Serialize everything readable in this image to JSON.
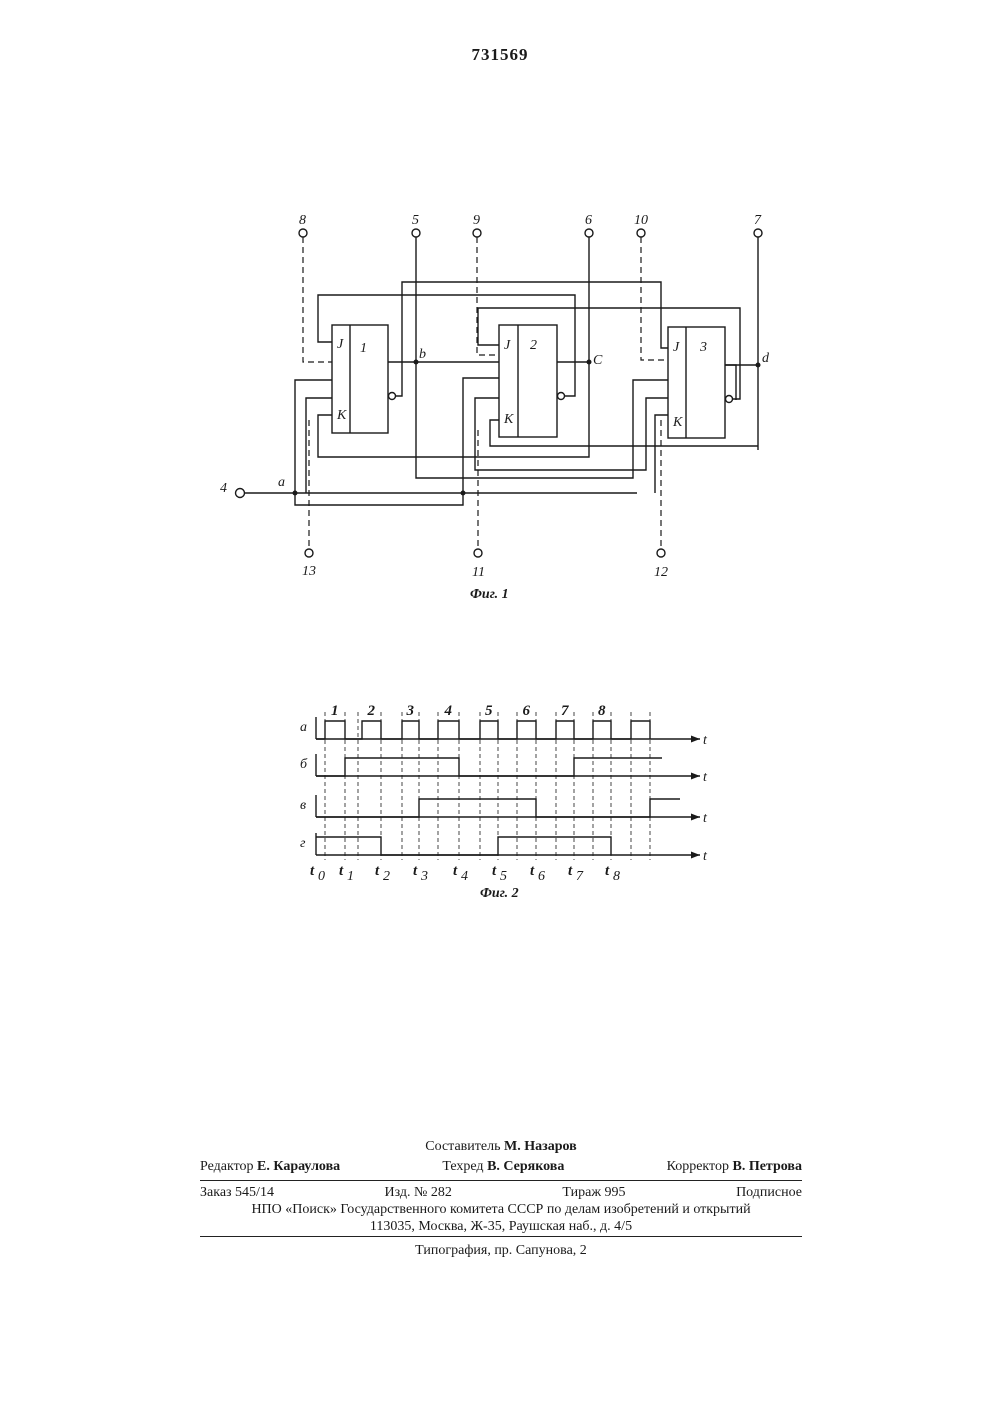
{
  "page_number": "731569",
  "fig1": {
    "caption": "Фиг. 1",
    "blocks": [
      {
        "number": "1",
        "j": "J",
        "k": "K"
      },
      {
        "number": "2",
        "j": "J",
        "k": "K"
      },
      {
        "number": "3",
        "j": "J",
        "k": "K"
      }
    ],
    "terminals": {
      "t8": "8",
      "t5": "5",
      "t9": "9",
      "t6": "6",
      "t10": "10",
      "t7": "7",
      "t4": "4",
      "t13": "13",
      "t11": "11",
      "t12": "12"
    },
    "nodes": {
      "a": "a",
      "b": "b",
      "c": "C",
      "d": "d"
    }
  },
  "fig2": {
    "caption": "Фиг. 2",
    "row_labels": [
      "a",
      "б",
      "в",
      "г"
    ],
    "pulse_labels": [
      "1",
      "2",
      "3",
      "4",
      "5",
      "6",
      "7",
      "8"
    ],
    "axis_label": "t",
    "time_labels": [
      {
        "t": "t",
        "s": "0"
      },
      {
        "t": "t",
        "s": "1"
      },
      {
        "t": "t",
        "s": "2"
      },
      {
        "t": "t",
        "s": "3"
      },
      {
        "t": "t",
        "s": "4"
      },
      {
        "t": "t",
        "s": "5"
      },
      {
        "t": "t",
        "s": "6"
      },
      {
        "t": "t",
        "s": "7"
      },
      {
        "t": "t",
        "s": "8"
      }
    ]
  },
  "imprint": {
    "compiler_label": "Составитель",
    "compiler_name": "М. Назаров",
    "editor_label": "Редактор",
    "editor_name": "Е. Караулова",
    "tech_label": "Техред",
    "tech_name": "В. Серякова",
    "corrector_label": "Корректор",
    "corrector_name": "В. Петрова",
    "order": "Заказ 545/14",
    "issue": "Изд. № 282",
    "circulation": "Тираж 995",
    "subscription": "Подписное",
    "org": "НПО «Поиск» Государственного комитета СССР по делам изобретений и открытий",
    "address": "113035, Москва, Ж-35, Раушская наб., д. 4/5",
    "printing": "Типография, пр. Сапунова, 2"
  }
}
